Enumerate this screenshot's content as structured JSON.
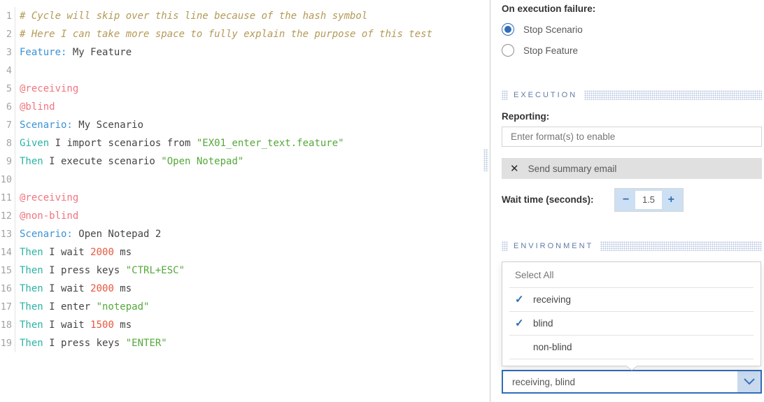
{
  "colors": {
    "accent_blue": "#2f6db8",
    "stepper_bg": "#cddff2",
    "chip_bg": "#e0e0e0",
    "section_label": "#5f7ba6",
    "syntax_comment": "#b49a57",
    "syntax_keyword": "#3a93d6",
    "syntax_step": "#2ab3a3",
    "syntax_tag": "#f0757e",
    "syntax_string": "#55a83a",
    "syntax_number": "#e8563c"
  },
  "editor": {
    "lines": [
      {
        "n": "1",
        "seg": [
          {
            "s": "comment",
            "t": "# Cycle will skip over this line because of the hash symbol"
          }
        ]
      },
      {
        "n": "2",
        "seg": [
          {
            "s": "comment",
            "t": "# Here I can take more space to fully explain the purpose of this test"
          }
        ]
      },
      {
        "n": "3",
        "seg": [
          {
            "s": "keyword",
            "t": "Feature:"
          },
          {
            "s": "plain",
            "t": " My Feature"
          }
        ]
      },
      {
        "n": "4",
        "seg": []
      },
      {
        "n": "5",
        "seg": [
          {
            "s": "tag",
            "t": "@receiving"
          }
        ]
      },
      {
        "n": "6",
        "seg": [
          {
            "s": "tag",
            "t": "@blind"
          }
        ]
      },
      {
        "n": "7",
        "seg": [
          {
            "s": "keyword",
            "t": "Scenario:"
          },
          {
            "s": "plain",
            "t": " My Scenario"
          }
        ]
      },
      {
        "n": "8",
        "seg": [
          {
            "s": "step",
            "t": "Given"
          },
          {
            "s": "plain",
            "t": " I import scenarios from "
          },
          {
            "s": "string",
            "t": "\"EX01_enter_text.feature\""
          }
        ]
      },
      {
        "n": "9",
        "seg": [
          {
            "s": "step",
            "t": "Then"
          },
          {
            "s": "plain",
            "t": " I execute scenario "
          },
          {
            "s": "string",
            "t": "\"Open Notepad\""
          }
        ]
      },
      {
        "n": "10",
        "seg": []
      },
      {
        "n": "11",
        "seg": [
          {
            "s": "tag",
            "t": "@receiving"
          }
        ]
      },
      {
        "n": "12",
        "seg": [
          {
            "s": "tag",
            "t": "@non-blind"
          }
        ]
      },
      {
        "n": "13",
        "seg": [
          {
            "s": "keyword",
            "t": "Scenario:"
          },
          {
            "s": "plain",
            "t": " Open Notepad 2"
          }
        ]
      },
      {
        "n": "14",
        "seg": [
          {
            "s": "step",
            "t": "Then"
          },
          {
            "s": "plain",
            "t": " I wait "
          },
          {
            "s": "number",
            "t": "2000"
          },
          {
            "s": "plain",
            "t": " ms"
          }
        ]
      },
      {
        "n": "15",
        "seg": [
          {
            "s": "step",
            "t": "Then"
          },
          {
            "s": "plain",
            "t": " I press keys "
          },
          {
            "s": "string",
            "t": "\"CTRL+ESC\""
          }
        ]
      },
      {
        "n": "16",
        "seg": [
          {
            "s": "step",
            "t": "Then"
          },
          {
            "s": "plain",
            "t": " I wait "
          },
          {
            "s": "number",
            "t": "2000"
          },
          {
            "s": "plain",
            "t": " ms"
          }
        ]
      },
      {
        "n": "17",
        "seg": [
          {
            "s": "step",
            "t": "Then"
          },
          {
            "s": "plain",
            "t": " I enter "
          },
          {
            "s": "string",
            "t": "\"notepad\""
          }
        ]
      },
      {
        "n": "18",
        "seg": [
          {
            "s": "step",
            "t": "Then"
          },
          {
            "s": "plain",
            "t": " I wait "
          },
          {
            "s": "number",
            "t": "1500"
          },
          {
            "s": "plain",
            "t": " ms"
          }
        ]
      },
      {
        "n": "19",
        "seg": [
          {
            "s": "step",
            "t": "Then"
          },
          {
            "s": "plain",
            "t": " I press keys "
          },
          {
            "s": "string",
            "t": "\"ENTER\""
          }
        ]
      }
    ]
  },
  "panel": {
    "failure": {
      "label": "On execution failure:",
      "options": [
        {
          "label": "Stop Scenario",
          "selected": true
        },
        {
          "label": "Stop Feature",
          "selected": false
        }
      ]
    },
    "sections": {
      "execution": "EXECUTION",
      "environment": "ENVIRONMENT"
    },
    "reporting": {
      "label": "Reporting:",
      "placeholder": "Enter format(s) to enable"
    },
    "summary_chip": {
      "icon": "close-icon",
      "icon_glyph": "✕",
      "label": "Send summary email"
    },
    "wait_time": {
      "label": "Wait time (seconds):",
      "minus_label": "−",
      "value": "1.5",
      "plus_label": "+"
    },
    "tag_dropdown": {
      "items": [
        {
          "label": "Select All",
          "checked": false,
          "header": true
        },
        {
          "label": "receiving",
          "checked": true,
          "header": false
        },
        {
          "label": "blind",
          "checked": true,
          "header": false
        },
        {
          "label": "non-blind",
          "checked": false,
          "header": false
        }
      ],
      "check_glyph": "✓"
    },
    "tag_combobox": {
      "value": "receiving, blind"
    }
  }
}
